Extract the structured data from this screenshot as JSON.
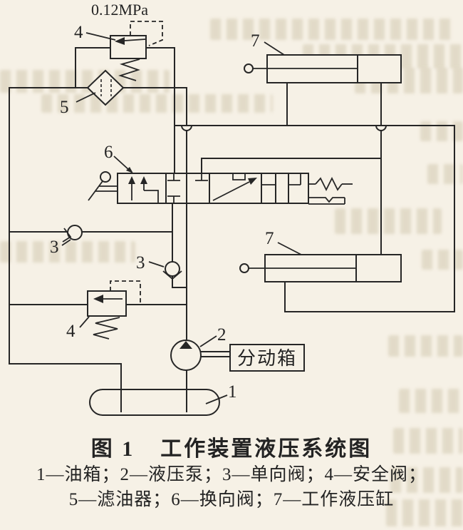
{
  "colors": {
    "paper": "#f6f1e6",
    "ink": "#262626"
  },
  "labels": {
    "pressure": "0.12MPa",
    "transfer_case": "分动箱",
    "n1": "1",
    "n2": "2",
    "n3": "3",
    "n4": "4",
    "n5": "5",
    "n6": "6",
    "n7": "7"
  },
  "caption": {
    "prefix": "图 1",
    "title": "工作装置液压系统图"
  },
  "legend": {
    "line1": "1—油箱；2—液压泵；3—单向阀；4—安全阀；",
    "line2": "5—滤油器；6—换向阀；7—工作液压缸"
  },
  "components": {
    "1": "油箱",
    "2": "液压泵",
    "3": "单向阀",
    "4": "安全阀",
    "5": "滤油器",
    "6": "换向阀",
    "7": "工作液压缸"
  }
}
